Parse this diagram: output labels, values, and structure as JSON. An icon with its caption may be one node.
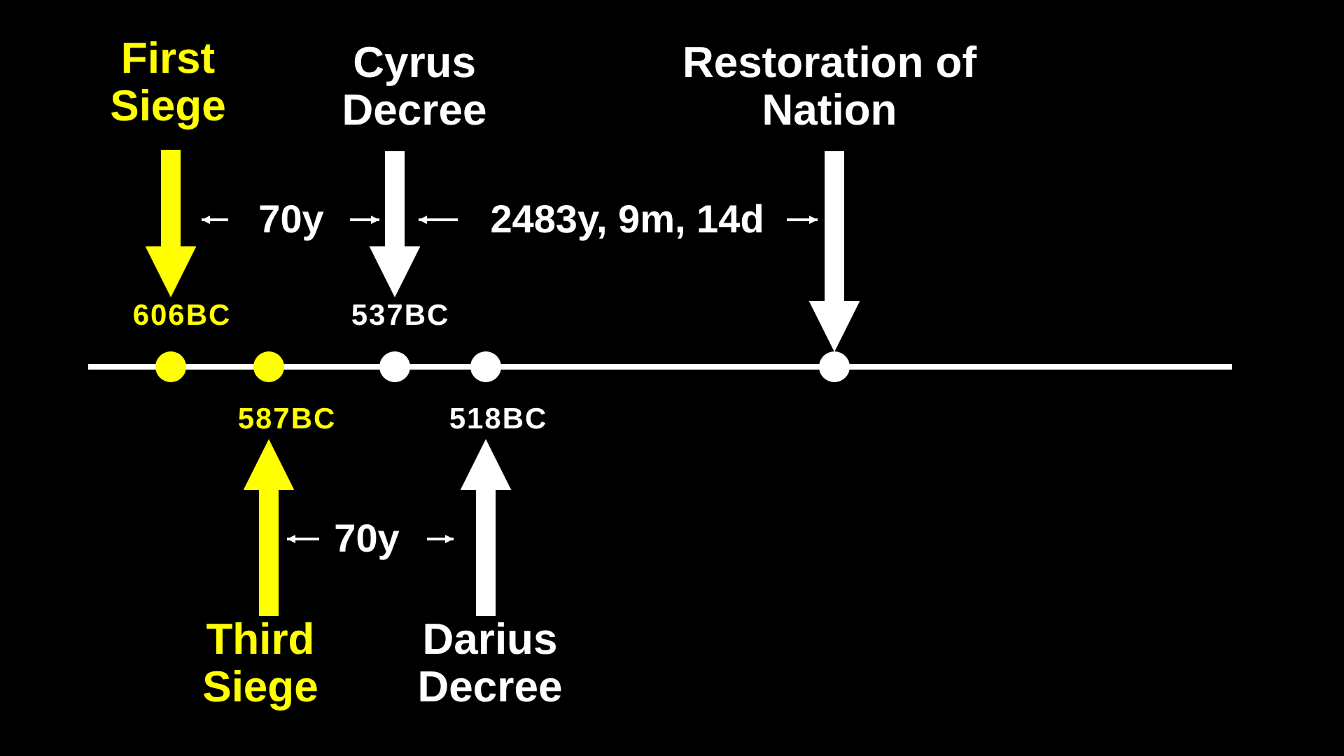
{
  "diagram": {
    "nodes": [
      {
        "text": [
          "First Siege"
        ]
      },
      {
        "text": [
          "Cyrus Decree"
        ]
      },
      {
        "text": [
          "Restoration of Nation"
        ]
      },
      {
        "text": [],
        "shape": "circle",
        "beside": [
          "606BC"
        ]
      },
      {
        "text": [],
        "shape": "circle",
        "beside": [
          "587BC"
        ]
      },
      {
        "text": [],
        "shape": "circle",
        "beside": [
          "537BC"
        ]
      },
      {
        "text": [],
        "shape": "circle",
        "beside": [
          "518BC"
        ]
      },
      {
        "text": [],
        "shape": "circle"
      },
      {
        "text": [
          "Third Siege"
        ]
      },
      {
        "text": [
          "Darius Decree"
        ]
      }
    ],
    "edges": [
      {
        "from": 0,
        "to": 3,
        "arrow": "to",
        "color": "#ffff00"
      },
      {
        "from": 1,
        "to": 5,
        "arrow": "to"
      },
      {
        "from": 2,
        "to": 7,
        "arrow": "to"
      },
      {
        "from": 8,
        "to": 4,
        "arrow": "to",
        "color": "#ffff00"
      },
      {
        "from": 9,
        "to": 6,
        "arrow": "to"
      }
    ],
    "labels": [
      "70y",
      "2483y, 9m, 14d",
      "70y"
    ]
  }
}
